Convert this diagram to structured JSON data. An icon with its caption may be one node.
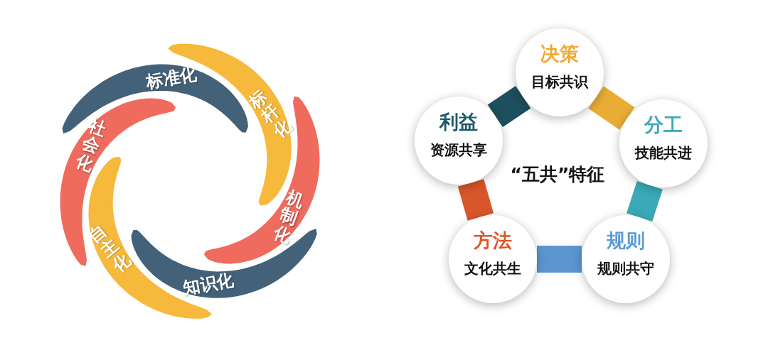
{
  "diagram": {
    "nodes": [
      {
        "text": [
          "标准化"
        ]
      },
      {
        "text": [
          "标杆化"
        ]
      },
      {
        "text": [
          "机制化"
        ]
      },
      {
        "text": [
          "知识化"
        ]
      },
      {
        "text": [
          "自主化"
        ]
      },
      {
        "text": [
          "社会化"
        ]
      },
      {
        "text": [
          "决策",
          "目标共识"
        ]
      },
      {
        "text": [
          "分工",
          "技能共进"
        ]
      },
      {
        "text": [
          "规则",
          "规则共守"
        ]
      },
      {
        "text": [
          "方法",
          "文化共生"
        ]
      },
      {
        "text": [
          "利益",
          "资源共享"
        ]
      }
    ],
    "edges": [
      {
        "from": 6,
        "to": 7,
        "arrow": "none",
        "color": "#e9ad36"
      },
      {
        "from": 7,
        "to": 8,
        "arrow": "none",
        "color": "#3ba9b8"
      },
      {
        "from": 8,
        "to": 9,
        "arrow": "none",
        "color": "#5b96cf"
      },
      {
        "from": 9,
        "to": 10,
        "arrow": "none",
        "color": "#d9562b"
      },
      {
        "from": 10,
        "to": 6,
        "arrow": "none",
        "color": "#1d4f5e"
      }
    ],
    "labels": [
      "“五共”特征"
    ]
  }
}
